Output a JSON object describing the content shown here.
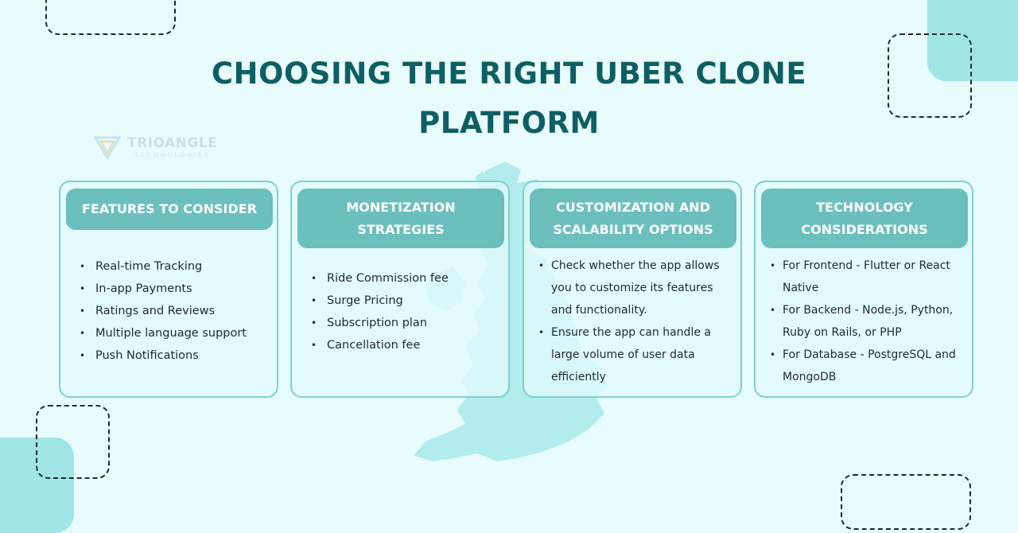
{
  "title": "CHOOSING THE RIGHT UBER CLONE PLATFORM",
  "logo": {
    "name": "TRIOANGLE",
    "subtitle": "TECHNOLOGIES"
  },
  "colors": {
    "background": "#e9fcfd",
    "title": "#0d5f63",
    "card_header": "#6bbfbd",
    "card_border": "#7fcfcd",
    "accent_shape": "#9fe5e5",
    "map": "#b2ecec"
  },
  "cards": [
    {
      "title": "FEATURES TO CONSIDER",
      "items": [
        "Real-time Tracking",
        "In-app Payments",
        "Ratings and Reviews",
        "Multiple language support",
        "Push Notifications"
      ]
    },
    {
      "title": "MONETIZATION STRATEGIES",
      "items": [
        "Ride Commission fee",
        "Surge Pricing",
        "Subscription plan",
        "Cancellation fee"
      ]
    },
    {
      "title": "CUSTOMIZATION AND SCALABILITY OPTIONS",
      "items": [
        "Check whether the app allows you to customize its features and functionality.",
        "Ensure the app can handle a large volume of user data efficiently"
      ]
    },
    {
      "title": "TECHNOLOGY CONSIDERATIONS",
      "items": [
        "For Frontend - Flutter or React Native",
        "For Backend - Node.js, Python, Ruby on Rails, or PHP",
        "For Database - PostgreSQL and MongoDB"
      ]
    }
  ]
}
